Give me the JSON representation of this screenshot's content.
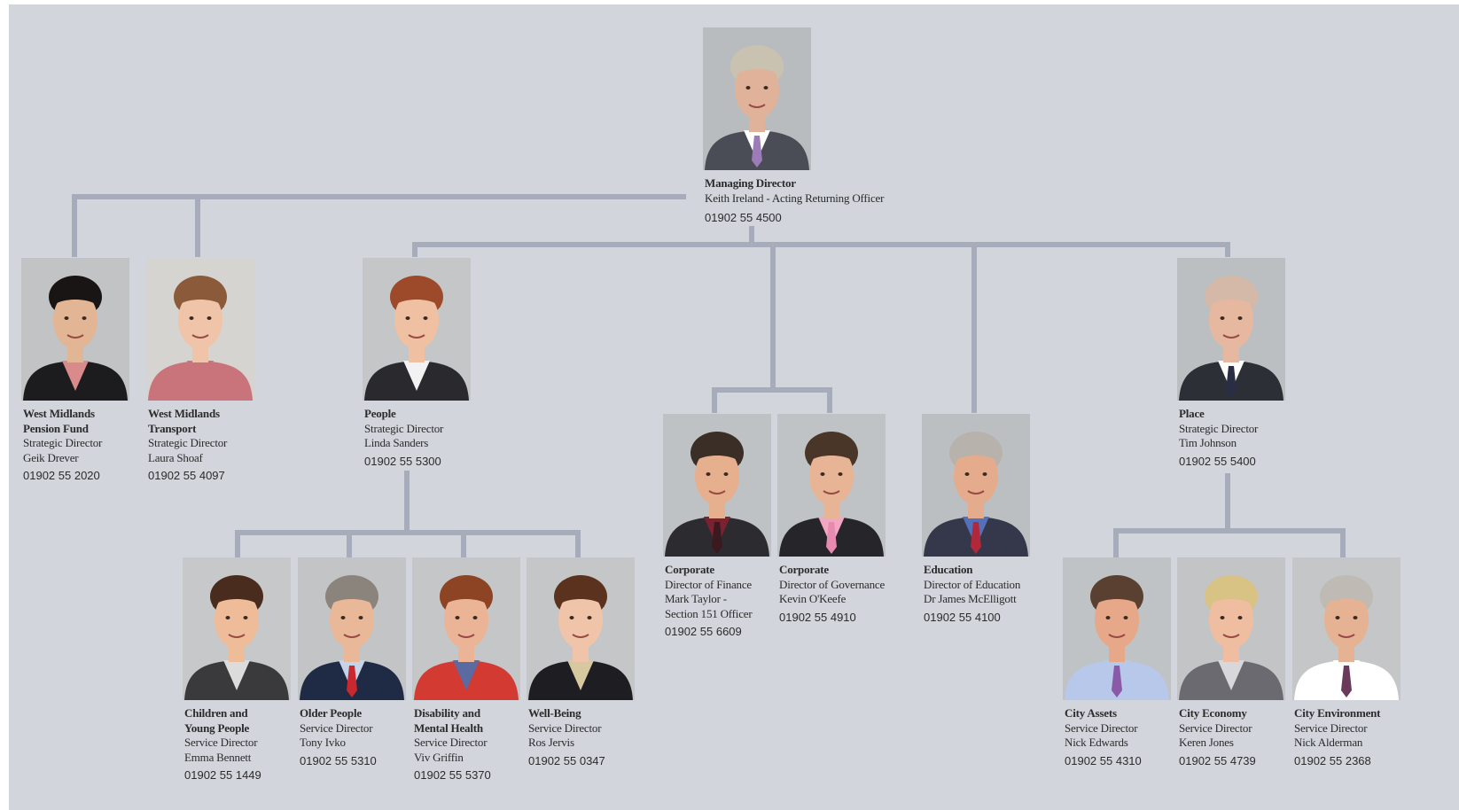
{
  "colors": {
    "background": "#d2d5dc",
    "connector": "#a7acba",
    "text": "#2b2b2b"
  },
  "people": [
    {
      "id": "managing-director",
      "title": "Managing Director",
      "role": "Keith Ireland - Acting Returning Officer",
      "name": "",
      "extra": "",
      "phone": "01902 55 4500",
      "look": {
        "hair": "#c9c2b0",
        "skin": "#e0b29a",
        "suit": "#4a4d55",
        "shirt": "#ffffff",
        "tie": "#9b7bb8",
        "bg": "#b9bcbf"
      }
    },
    {
      "id": "west-midlands-pension-fund",
      "title": "West Midlands\nPension Fund",
      "role": "Strategic Director",
      "name": "Geik Drever",
      "extra": "",
      "phone": "01902 55 2020",
      "look": {
        "hair": "#1a1515",
        "skin": "#e2b594",
        "suit": "#1c1c1e",
        "shirt": "#d98a8a",
        "tie": "",
        "bg": "#c1c3c4"
      }
    },
    {
      "id": "west-midlands-transport",
      "title": "West Midlands\nTransport",
      "role": "Strategic Director",
      "name": "Laura Shoaf",
      "extra": "",
      "phone": "01902 55 4097",
      "look": {
        "hair": "#8a5a3a",
        "skin": "#f0c4a8",
        "suit": "#c9737a",
        "shirt": "#c9737a",
        "tie": "",
        "bg": "#d6d4d0"
      }
    },
    {
      "id": "people",
      "title": "People",
      "role": "Strategic Director",
      "name": "Linda Sanders",
      "extra": "",
      "phone": "01902 55 5300",
      "look": {
        "hair": "#9c4a2a",
        "skin": "#efc0a2",
        "suit": "#2a2a2e",
        "shirt": "#f2f2f2",
        "tie": "",
        "bg": "#c4c6c7"
      }
    },
    {
      "id": "corporate-finance",
      "title": "Corporate",
      "role": "Director of Finance",
      "name": "Mark Taylor -",
      "extra": "Section 151 Officer",
      "phone": "01902 55 6609",
      "look": {
        "hair": "#3a2e26",
        "skin": "#e6b08e",
        "suit": "#2c2c30",
        "shirt": "#7a2230",
        "tie": "#3a1a1e",
        "bg": "#bfc2c4"
      }
    },
    {
      "id": "corporate-governance",
      "title": "Corporate",
      "role": "Director of Governance",
      "name": "Kevin O'Keefe",
      "extra": "",
      "phone": "01902 55 4910",
      "look": {
        "hair": "#4a3628",
        "skin": "#e8b496",
        "suit": "#25252a",
        "shirt": "#f2a6c0",
        "tie": "#e78ab0",
        "bg": "#c0c3c5"
      }
    },
    {
      "id": "education",
      "title": "Education",
      "role": "Director of Education",
      "name": "Dr James McElligott",
      "extra": "",
      "phone": "01902 55 4100",
      "look": {
        "hair": "#b8b2ac",
        "skin": "#e4ac8c",
        "suit": "#34384a",
        "shirt": "#5470b8",
        "tie": "#b0283a",
        "bg": "#bcbfc2"
      }
    },
    {
      "id": "place",
      "title": "Place",
      "role": "Strategic Director",
      "name": "Tim Johnson",
      "extra": "",
      "phone": "01902 55 5400",
      "look": {
        "hair": "#d4b8a8",
        "skin": "#e6b8a0",
        "suit": "#2d2f36",
        "shirt": "#ffffff",
        "tie": "#2a2e44",
        "bg": "#bcbfc2"
      }
    },
    {
      "id": "children-young-people",
      "title": "Children and\nYoung People",
      "role": "Service Director",
      "name": "Emma Bennett",
      "extra": "",
      "phone": "01902 55 1449",
      "look": {
        "hair": "#4a2c1e",
        "skin": "#efbc9a",
        "suit": "#3a3a3c",
        "shirt": "#dcdcdc",
        "tie": "",
        "bg": "#c6c8c9"
      }
    },
    {
      "id": "older-people",
      "title": "Older People",
      "role": "Service Director",
      "name": "Tony Ivko",
      "extra": "",
      "phone": "01902 55 5310",
      "look": {
        "hair": "#8a847c",
        "skin": "#e8b898",
        "suit": "#1f2a44",
        "shirt": "#c6d4ea",
        "tie": "#c8282e",
        "bg": "#c2c4c6"
      }
    },
    {
      "id": "disability-mental-health",
      "title": "Disability and\nMental Health",
      "role": "Service Director",
      "name": "Viv Griffin",
      "extra": "",
      "phone": "01902 55 5370",
      "look": {
        "hair": "#8c4424",
        "skin": "#ecb496",
        "suit": "#d23a32",
        "shirt": "#5b6aa0",
        "tie": "",
        "bg": "#c4c6c7"
      }
    },
    {
      "id": "well-being",
      "title": "Well-Being",
      "role": "Service Director",
      "name": "Ros Jervis",
      "extra": "",
      "phone": "01902 55 0347",
      "look": {
        "hair": "#5a321e",
        "skin": "#f0c4a8",
        "suit": "#1e1e22",
        "shirt": "#d8c8a0",
        "tie": "",
        "bg": "#c4c6c7"
      }
    },
    {
      "id": "city-assets",
      "title": "City Assets",
      "role": "Service Director",
      "name": "Nick Edwards",
      "extra": "",
      "phone": "01902 55 4310",
      "look": {
        "hair": "#5a4030",
        "skin": "#e6a888",
        "suit": "#b8c8ea",
        "shirt": "#b8c8ea",
        "tie": "#8a5aa8",
        "bg": "#c0c3c5"
      }
    },
    {
      "id": "city-economy",
      "title": "City Economy",
      "role": "Service Director",
      "name": "Keren Jones",
      "extra": "",
      "phone": "01902 55 4739",
      "look": {
        "hair": "#d8c284",
        "skin": "#efbea0",
        "suit": "#6a6a70",
        "shirt": "#d8d8dc",
        "tie": "",
        "bg": "#c2c4c6"
      }
    },
    {
      "id": "city-environment",
      "title": "City Environment",
      "role": "Service Director",
      "name": "Nick Alderman",
      "extra": "",
      "phone": "01902 55 2368",
      "look": {
        "hair": "#c0bab4",
        "skin": "#e6b294",
        "suit": "#ffffff",
        "shirt": "#ffffff",
        "tie": "#6a3a5a",
        "bg": "#c4c6c8"
      }
    }
  ]
}
